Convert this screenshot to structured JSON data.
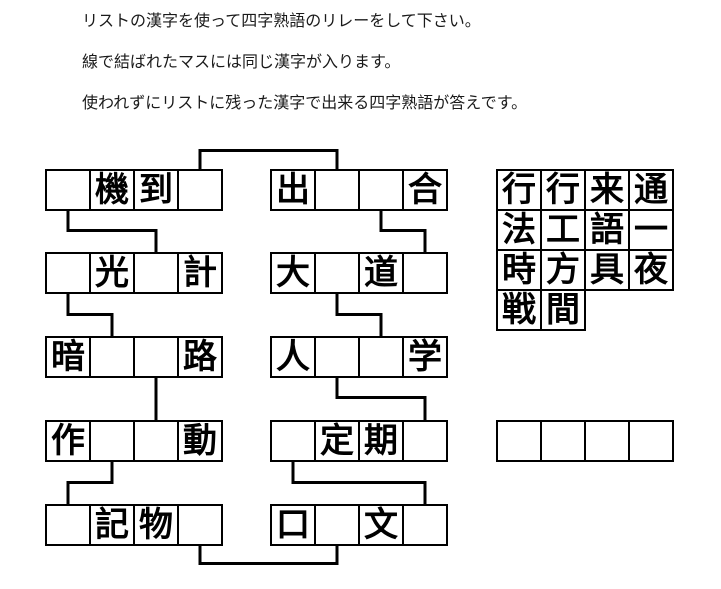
{
  "instructions": {
    "line1": "リストの漢字を使って四字熟語のリレーをして下さい。",
    "line2": "線で結ばれたマスには同じ漢字が入ります。",
    "line3": "使われずにリストに残った漢字で出来る四字熟語が答えです。"
  },
  "puzzle": {
    "left_column": [
      {
        "cells": [
          "",
          "機",
          "到",
          ""
        ]
      },
      {
        "cells": [
          "",
          "光",
          "",
          "計"
        ]
      },
      {
        "cells": [
          "暗",
          "",
          "",
          "路"
        ]
      },
      {
        "cells": [
          "作",
          "",
          "",
          "動"
        ]
      },
      {
        "cells": [
          "",
          "記",
          "物",
          ""
        ]
      }
    ],
    "middle_column": [
      {
        "cells": [
          "出",
          "",
          "",
          "合"
        ]
      },
      {
        "cells": [
          "大",
          "",
          "道",
          ""
        ]
      },
      {
        "cells": [
          "人",
          "",
          "",
          "学"
        ]
      },
      {
        "cells": [
          "",
          "定",
          "期",
          ""
        ]
      },
      {
        "cells": [
          "口",
          "",
          "文",
          ""
        ]
      }
    ],
    "connections": [
      {
        "from": "left.row1.cell4",
        "to": "middle.row1.cell2",
        "route": "over-top"
      },
      {
        "from": "left.row1.cell1",
        "to": "left.row2.cell3",
        "route": "between-rows"
      },
      {
        "from": "middle.row1.cell3",
        "to": "middle.row2.cell4",
        "route": "between-rows"
      },
      {
        "from": "left.row2.cell1",
        "to": "left.row3.cell2",
        "route": "between-rows"
      },
      {
        "from": "middle.row2.cell2",
        "to": "middle.row3.cell3",
        "route": "between-rows"
      },
      {
        "from": "left.row3.cell3",
        "to": "left.row4.cell3",
        "route": "straight-down"
      },
      {
        "from": "middle.row3.cell2",
        "to": "middle.row4.cell4",
        "route": "between-rows"
      },
      {
        "from": "left.row4.cell2",
        "to": "left.row5.cell1",
        "route": "between-rows"
      },
      {
        "from": "middle.row4.cell1",
        "to": "middle.row5.cell4",
        "route": "between-rows"
      },
      {
        "from": "left.row5.cell4",
        "to": "middle.row5.cell2",
        "route": "under-bottom"
      }
    ]
  },
  "kanji_list": {
    "rows": [
      [
        "行",
        "行",
        "来",
        "通"
      ],
      [
        "法",
        "工",
        "語",
        "一"
      ],
      [
        "時",
        "方",
        "具",
        "夜"
      ],
      [
        "戦",
        "間"
      ]
    ]
  },
  "answer_boxes": {
    "cells": [
      "",
      "",
      "",
      ""
    ]
  },
  "colors": {
    "background": "#ffffff",
    "line": "#000000",
    "box_text": "#000000",
    "instruction_text": "#1a1a1a"
  }
}
